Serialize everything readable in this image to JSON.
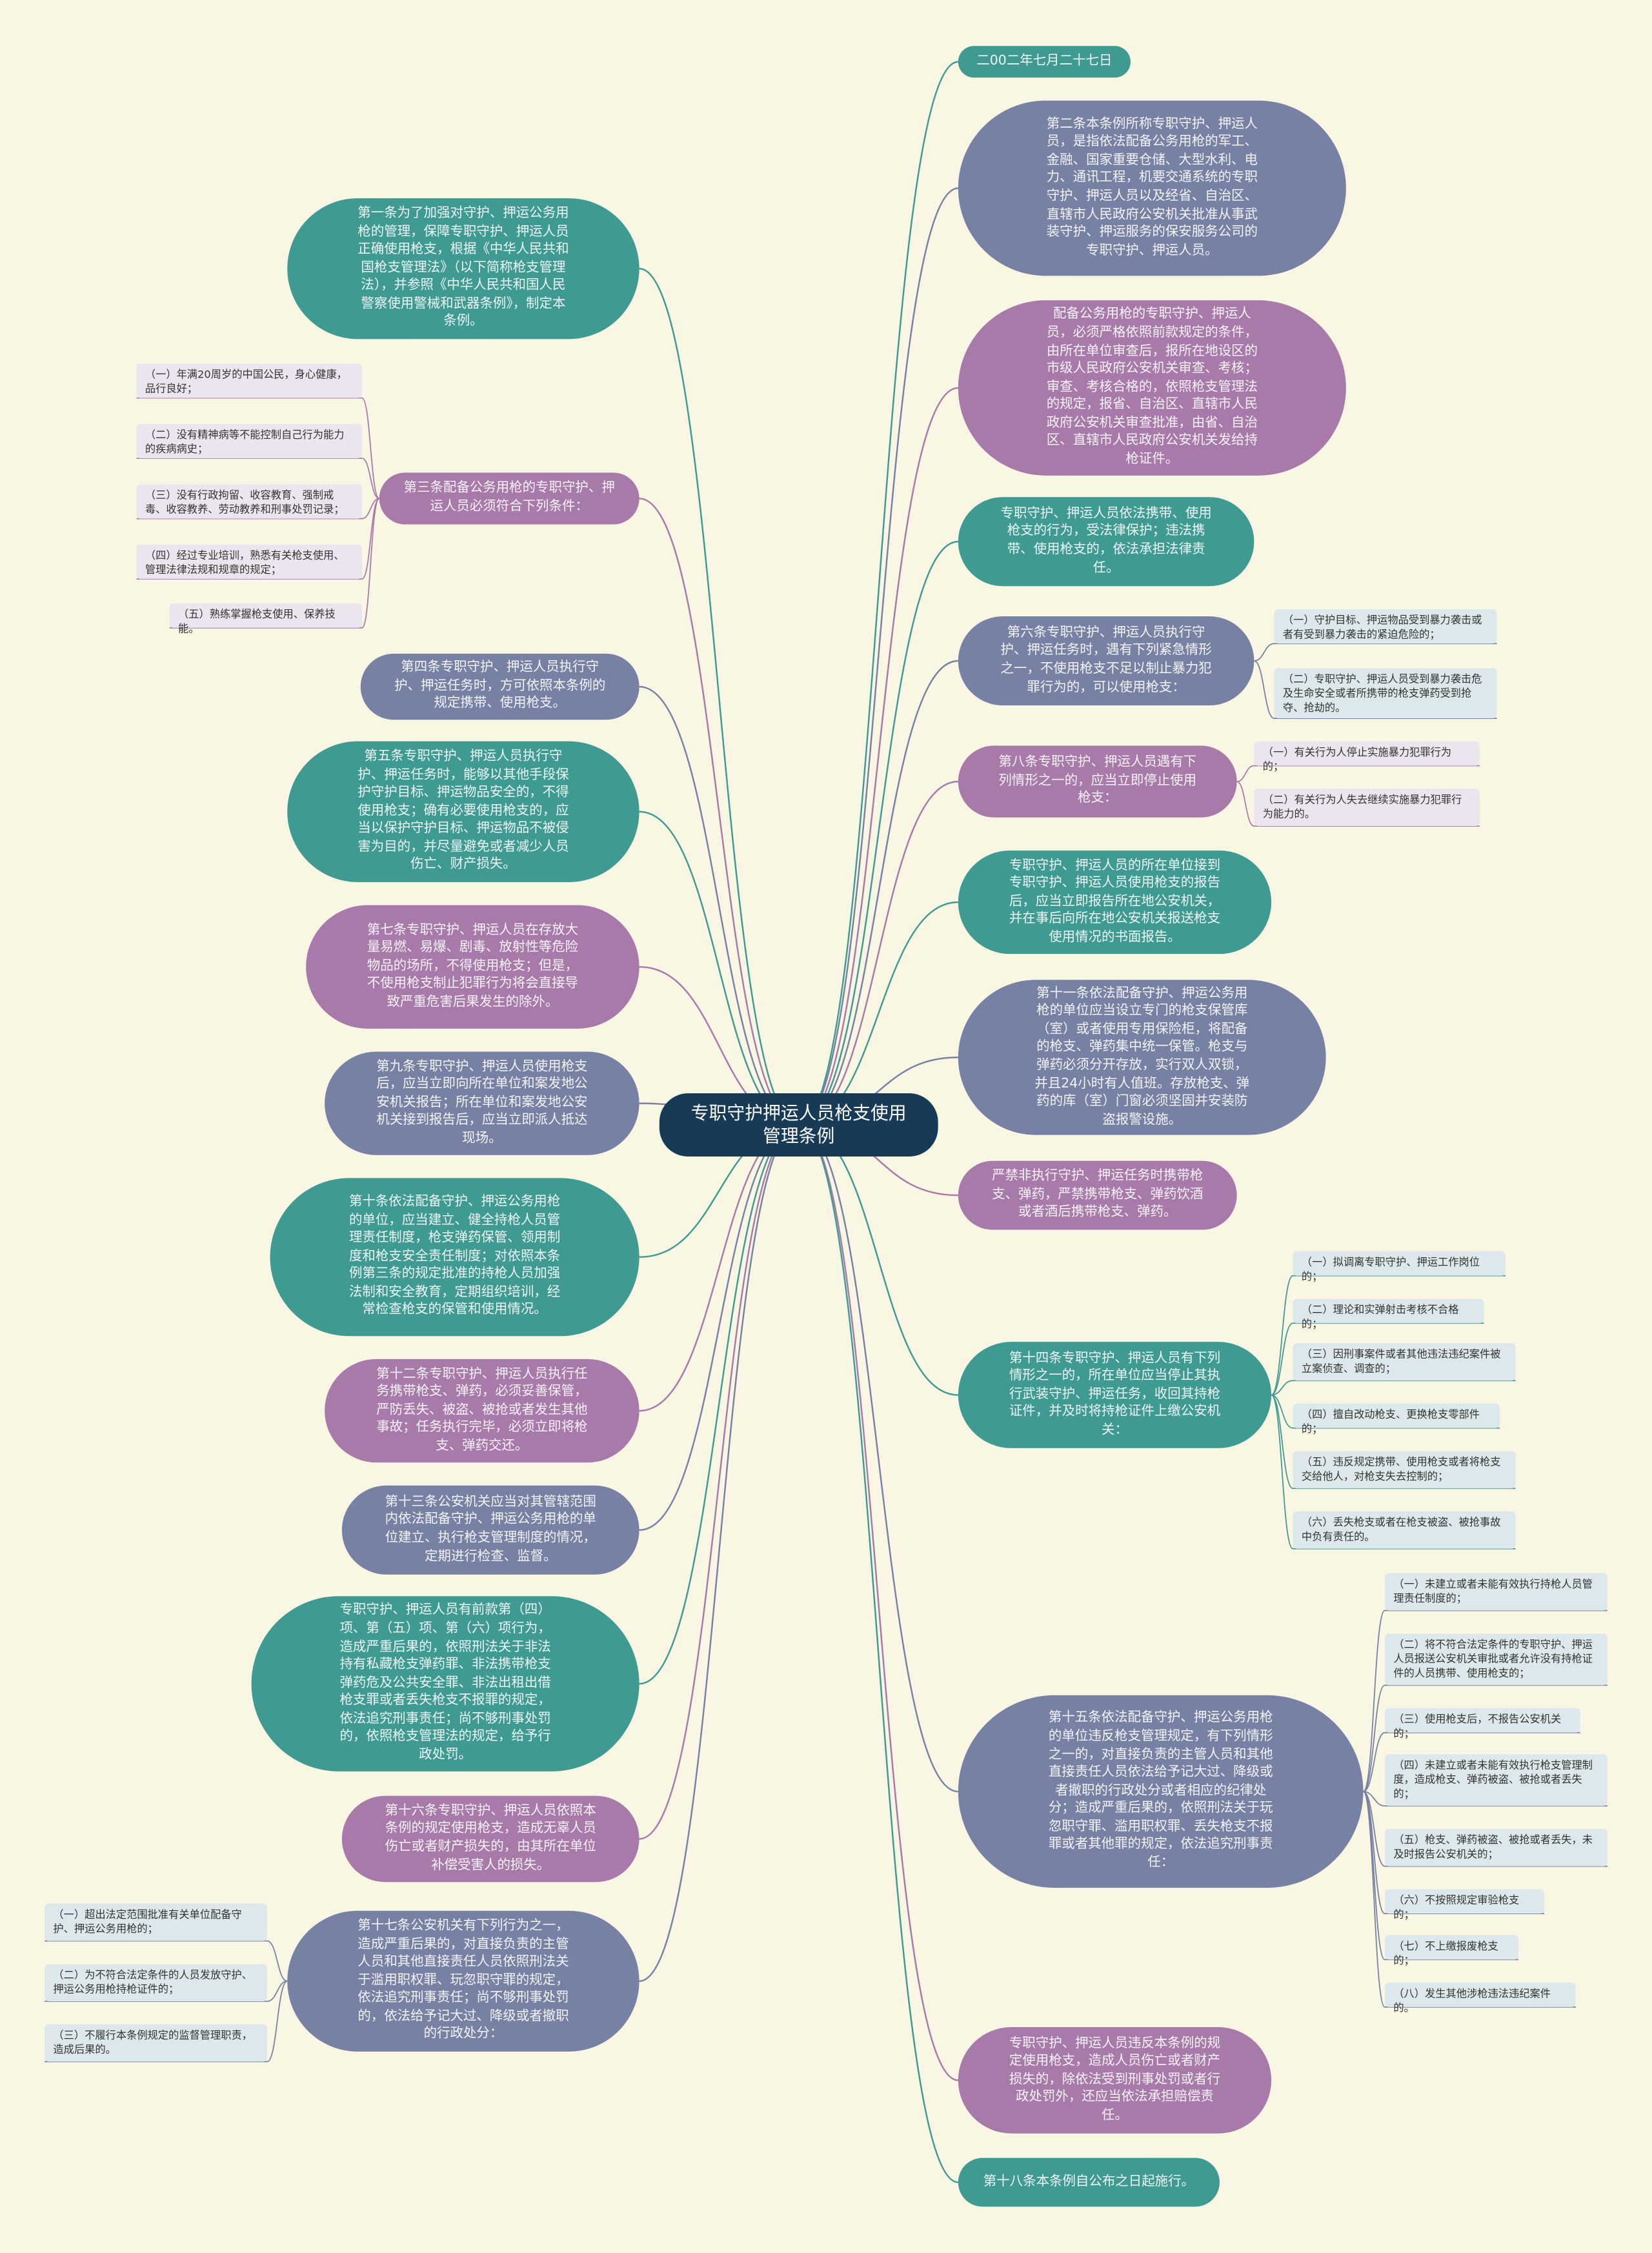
{
  "center": "专职守护押运人员枪支使用管理条例",
  "right_nodes": [
    {
      "id": "r1",
      "text": "二00二年七月二十七日",
      "color": "teal"
    },
    {
      "id": "r2",
      "text": "第二条本条例所称专职守护、押运人员，是指依法配备公务用枪的军工、金融、国家重要仓储、大型水利、电力、通讯工程，机要交通系统的专职守护、押运人员以及经省、自治区、直辖市人民政府公安机关批准从事武装守护、押运服务的保安服务公司的专职守护、押运人员。",
      "color": "slate"
    },
    {
      "id": "r3",
      "text": "配备公务用枪的专职守护、押运人员，必须严格依照前款规定的条件，由所在单位审查后，报所在地设区的市级人民政府公安机关审查、考核；审查、考核合格的，依照枪支管理法的规定，报省、自治区、直辖市人民政府公安机关审查批准，由省、自治区、直辖市人民政府公安机关发给持枪证件。",
      "color": "purple"
    },
    {
      "id": "r4",
      "text": "专职守护、押运人员依法携带、使用枪支的行为，受法律保护；违法携带、使用枪支的，依法承担法律责任。",
      "color": "teal"
    },
    {
      "id": "r5",
      "text": "第六条专职守护、押运人员执行守护、押运任务时，遇有下列紧急情形之一，不使用枪支不足以制止暴力犯罪行为的，可以使用枪支：",
      "color": "slate"
    },
    {
      "id": "r6",
      "text": "第八条专职守护、押运人员遇有下列情形之一的，应当立即停止使用枪支：",
      "color": "purple"
    },
    {
      "id": "r7",
      "text": "专职守护、押运人员的所在单位接到专职守护、押运人员使用枪支的报告后，应当立即报告所在地公安机关，并在事后向所在地公安机关报送枪支使用情况的书面报告。",
      "color": "teal"
    },
    {
      "id": "r8",
      "text": "第十一条依法配备守护、押运公务用枪的单位应当设立专门的枪支保管库（室）或者使用专用保险柜，将配备的枪支、弹药集中统一保管。枪支与弹药必须分开存放，实行双人双锁，并且24小时有人值班。存放枪支、弹药的库（室）门窗必须坚固并安装防盗报警设施。",
      "color": "slate"
    },
    {
      "id": "r9",
      "text": "严禁非执行守护、押运任务时携带枪支、弹药，严禁携带枪支、弹药饮酒或者酒后携带枪支、弹药。",
      "color": "purple"
    },
    {
      "id": "r10",
      "text": "第十四条专职守护、押运人员有下列情形之一的，所在单位应当停止其执行武装守护、押运任务，收回其持枪证件，并及时将持枪证件上缴公安机关：",
      "color": "teal"
    },
    {
      "id": "r11",
      "text": "第十五条依法配备守护、押运公务用枪的单位违反枪支管理规定，有下列情形之一的，对直接负责的主管人员和其他直接责任人员依法给予记大过、降级或者撤职的行政处分或者相应的纪律处分；造成严重后果的，依照刑法关于玩忽职守罪、滥用职权罪、丢失枪支不报罪或者其他罪的规定，依法追究刑事责任：",
      "color": "slate"
    },
    {
      "id": "r12",
      "text": "专职守护、押运人员违反本条例的规定使用枪支，造成人员伤亡或者财产损失的，除依法受到刑事处罚或者行政处罚外，还应当依法承担赔偿责任。",
      "color": "purple"
    },
    {
      "id": "r13",
      "text": "第十八条本条例自公布之日起施行。",
      "color": "teal"
    }
  ],
  "left_nodes": [
    {
      "id": "l1",
      "text": "第一条为了加强对守护、押运公务用枪的管理，保障专职守护、押运人员正确使用枪支，根据《中华人民共和国枪支管理法》（以下简称枪支管理法），并参照《中华人民共和国人民警察使用警械和武器条例》，制定本条例。",
      "color": "teal"
    },
    {
      "id": "l2",
      "text": "第三条配备公务用枪的专职守护、押运人员必须符合下列条件：",
      "color": "purple"
    },
    {
      "id": "l3",
      "text": "第四条专职守护、押运人员执行守护、押运任务时，方可依照本条例的规定携带、使用枪支。",
      "color": "slate"
    },
    {
      "id": "l4",
      "text": "第五条专职守护、押运人员执行守护、押运任务时，能够以其他手段保护守护目标、押运物品安全的，不得使用枪支；确有必要使用枪支的，应当以保护守护目标、押运物品不被侵害为目的，并尽量避免或者减少人员伤亡、财产损失。",
      "color": "teal"
    },
    {
      "id": "l5",
      "text": "第七条专职守护、押运人员在存放大量易燃、易爆、剧毒、放射性等危险物品的场所，不得使用枪支；但是，不使用枪支制止犯罪行为将会直接导致严重危害后果发生的除外。",
      "color": "purple"
    },
    {
      "id": "l6",
      "text": "第九条专职守护、押运人员使用枪支后，应当立即向所在单位和案发地公安机关报告；所在单位和案发地公安机关接到报告后，应当立即派人抵达现场。",
      "color": "slate"
    },
    {
      "id": "l7",
      "text": "第十条依法配备守护、押运公务用枪的单位，应当建立、健全持枪人员管理责任制度，枪支弹药保管、领用制度和枪支安全责任制度；对依照本条例第三条的规定批准的持枪人员加强法制和安全教育，定期组织培训，经常检查枪支的保管和使用情况。",
      "color": "teal"
    },
    {
      "id": "l8",
      "text": "第十二条专职守护、押运人员执行任务携带枪支、弹药，必须妥善保管，严防丢失、被盗、被抢或者发生其他事故；任务执行完毕，必须立即将枪支、弹药交还。",
      "color": "purple"
    },
    {
      "id": "l9",
      "text": "第十三条公安机关应当对其管辖范围内依法配备守护、押运公务用枪的单位建立、执行枪支管理制度的情况，定期进行检查、监督。",
      "color": "slate"
    },
    {
      "id": "l10",
      "text": "专职守护、押运人员有前款第（四）项、第（五）项、第（六）项行为，造成严重后果的，依照刑法关于非法持有私藏枪支弹药罪、非法携带枪支弹药危及公共安全罪、非法出租出借枪支罪或者丢失枪支不报罪的规定，依法追究刑事责任；尚不够刑事处罚的，依照枪支管理法的规定，给予行政处罚。",
      "color": "teal"
    },
    {
      "id": "l11",
      "text": "第十六条专职守护、押运人员依照本条例的规定使用枪支，造成无辜人员伤亡或者财产损失的，由其所在单位补偿受害人的损失。",
      "color": "purple"
    },
    {
      "id": "l12",
      "text": "第十七条公安机关有下列行为之一，造成严重后果的，对直接负责的主管人员和其他直接责任人员依照刑法关于滥用职权罪、玩忽职守罪的规定，依法追究刑事责任；尚不够刑事处罚的，依法给予记大过、降级或者撤职的行政处分：",
      "color": "slate"
    }
  ],
  "subs": [
    {
      "id": "s_l2_1",
      "parent": "l2",
      "text": "（一）年满20周岁的中国公民，身心健康，品行良好；",
      "color": "sp"
    },
    {
      "id": "s_l2_2",
      "parent": "l2",
      "text": "（二）没有精神病等不能控制自己行为能力的疾病病史；",
      "color": "sp"
    },
    {
      "id": "s_l2_3",
      "parent": "l2",
      "text": "（三）没有行政拘留、收容教育、强制戒毒、收容教养、劳动教养和刑事处罚记录；",
      "color": "sp"
    },
    {
      "id": "s_l2_4",
      "parent": "l2",
      "text": "（四）经过专业培训，熟悉有关枪支使用、管理法律法规和规章的规定；",
      "color": "sp"
    },
    {
      "id": "s_l2_5",
      "parent": "l2",
      "text": "（五）熟练掌握枪支使用、保养技能。",
      "color": "sp"
    },
    {
      "id": "s_r5_1",
      "parent": "r5",
      "text": "（一）守护目标、押运物品受到暴力袭击或者有受到暴力袭击的紧迫危险的；",
      "color": "st"
    },
    {
      "id": "s_r5_2",
      "parent": "r5",
      "text": "（二）专职守护、押运人员受到暴力袭击危及生命安全或者所携带的枪支弹药受到抢夺、抢劫的。",
      "color": "st"
    },
    {
      "id": "s_r6_1",
      "parent": "r6",
      "text": "（一）有关行为人停止实施暴力犯罪行为的；",
      "color": "sp"
    },
    {
      "id": "s_r6_2",
      "parent": "r6",
      "text": "（二）有关行为人失去继续实施暴力犯罪行为能力的。",
      "color": "sp"
    },
    {
      "id": "s_r10_1",
      "parent": "r10",
      "text": "（一）拟调离专职守护、押运工作岗位的；",
      "color": "st"
    },
    {
      "id": "s_r10_2",
      "parent": "r10",
      "text": "（二）理论和实弹射击考核不合格的；",
      "color": "st"
    },
    {
      "id": "s_r10_3",
      "parent": "r10",
      "text": "（三）因刑事案件或者其他违法违纪案件被立案侦查、调查的；",
      "color": "st"
    },
    {
      "id": "s_r10_4",
      "parent": "r10",
      "text": "（四）擅自改动枪支、更换枪支零部件的；",
      "color": "st"
    },
    {
      "id": "s_r10_5",
      "parent": "r10",
      "text": "（五）违反规定携带、使用枪支或者将枪支交给他人，对枪支失去控制的；",
      "color": "st"
    },
    {
      "id": "s_r10_6",
      "parent": "r10",
      "text": "（六）丢失枪支或者在枪支被盗、被抢事故中负有责任的。",
      "color": "st"
    },
    {
      "id": "s_r11_1",
      "parent": "r11",
      "text": "（一）未建立或者未能有效执行持枪人员管理责任制度的；",
      "color": "st"
    },
    {
      "id": "s_r11_2",
      "parent": "r11",
      "text": "（二）将不符合法定条件的专职守护、押运人员报送公安机关审批或者允许没有持枪证件的人员携带、使用枪支的；",
      "color": "st"
    },
    {
      "id": "s_r11_3",
      "parent": "r11",
      "text": "（三）使用枪支后，不报告公安机关的；",
      "color": "st"
    },
    {
      "id": "s_r11_4",
      "parent": "r11",
      "text": "（四）未建立或者未能有效执行枪支管理制度，造成枪支、弹药被盗、被抢或者丢失的；",
      "color": "st"
    },
    {
      "id": "s_r11_5",
      "parent": "r11",
      "text": "（五）枪支、弹药被盗、被抢或者丢失，未及时报告公安机关的；",
      "color": "st"
    },
    {
      "id": "s_r11_6",
      "parent": "r11",
      "text": "（六）不按照规定审验枪支的；",
      "color": "st"
    },
    {
      "id": "s_r11_7",
      "parent": "r11",
      "text": "（七）不上缴报废枪支的；",
      "color": "st"
    },
    {
      "id": "s_r11_8",
      "parent": "r11",
      "text": "（八）发生其他涉枪违法违纪案件的。",
      "color": "st"
    },
    {
      "id": "s_l12_1",
      "parent": "l12",
      "text": "（一）超出法定范围批准有关单位配备守护、押运公务用枪的；",
      "color": "st"
    },
    {
      "id": "s_l12_2",
      "parent": "l12",
      "text": "（二）为不符合法定条件的人员发放守护、押运公务用枪持枪证件的；",
      "color": "st"
    },
    {
      "id": "s_l12_3",
      "parent": "l12",
      "text": "（三）不履行本条例规定的监督管理职责，造成后果的。",
      "color": "st"
    }
  ],
  "colors": {
    "background": "#f9f6e3",
    "center": "#173a56",
    "teal": "#3f9a92",
    "slate": "#7781a3",
    "purple": "#a77aa9",
    "link_teal": "#3f9a92",
    "link_slate": "#7781a3",
    "link_purple": "#a77aa9"
  }
}
